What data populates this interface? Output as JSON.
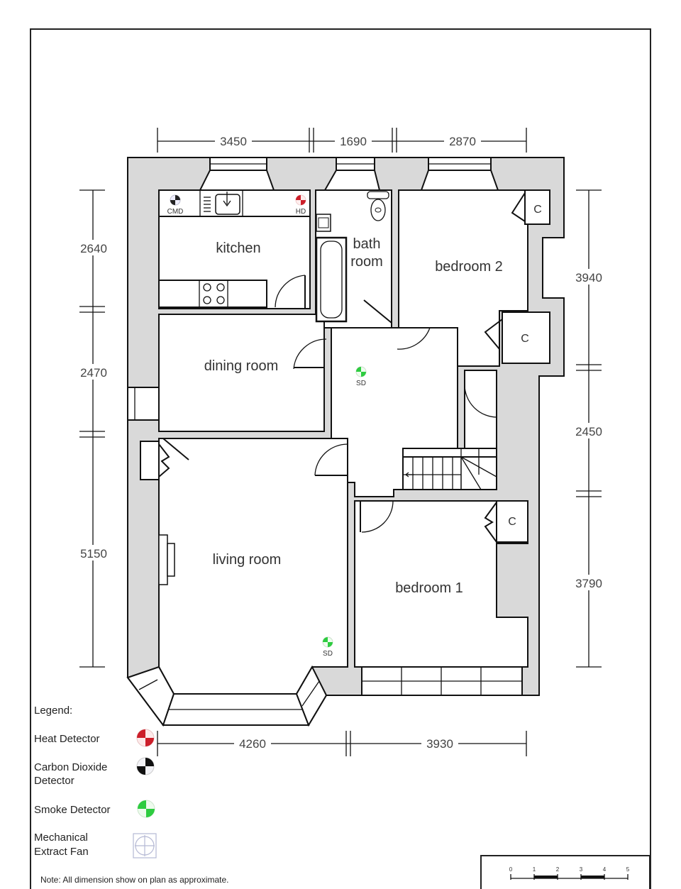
{
  "plan": {
    "rooms": {
      "kitchen": "kitchen",
      "bathroom_line1": "bath",
      "bathroom_line2": "room",
      "bedroom2": "bedroom 2",
      "dining": "dining room",
      "living": "living room",
      "bedroom1": "bedroom 1",
      "cupboard1": "C",
      "cupboard2": "C",
      "cupboard3": "C"
    },
    "detectors": {
      "kitchen_cmd": "CMD",
      "kitchen_hd": "HD",
      "hall_sd": "SD",
      "living_sd": "SD"
    },
    "dimensions": {
      "top": [
        "3450",
        "1690",
        "2870"
      ],
      "left": [
        "2640",
        "2470",
        "5150"
      ],
      "right": [
        "3940",
        "2450",
        "3790"
      ],
      "bottom": [
        "4260",
        "3930"
      ]
    }
  },
  "legend": {
    "title": "Legend:",
    "items": [
      {
        "label": "Heat Detector",
        "icon": "heat-detector-icon",
        "color": "#cc1f2a"
      },
      {
        "label_line1": "Carbon Dioxide",
        "label_line2": "Detector",
        "icon": "carbon-dioxide-detector-icon",
        "color": "#111111"
      },
      {
        "label": "Smoke Detector",
        "icon": "smoke-detector-icon",
        "color": "#2ecc40"
      },
      {
        "label_line1": "Mechanical",
        "label_line2": "Extract Fan",
        "icon": "extract-fan-icon",
        "color": "#9aa0c8"
      }
    ]
  },
  "note": "Note: All dimension show on plan as approximate.",
  "scale": {
    "ticks": [
      "0",
      "1",
      "2",
      "3",
      "4",
      "5"
    ]
  }
}
